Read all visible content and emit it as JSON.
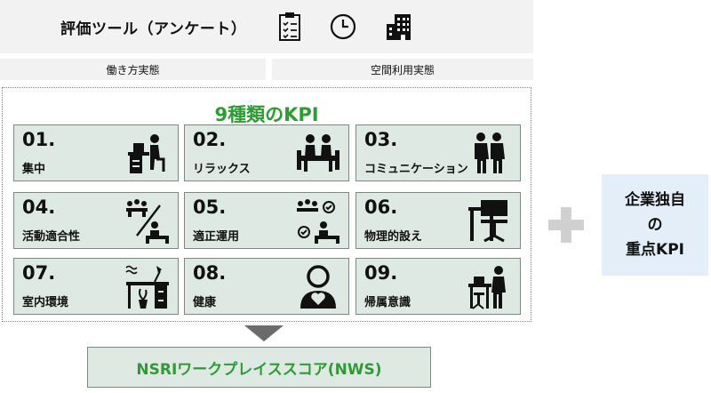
{
  "header": {
    "title": "評価ツール（アンケート）",
    "icons": [
      "clipboard-icon",
      "clock-icon",
      "building-icon"
    ]
  },
  "subheaders": [
    "働き方実態",
    "空間利用実態"
  ],
  "kpi_title": "9種類のKPI",
  "tiles": [
    {
      "num": "01.",
      "label": "集中",
      "icon": "person-at-desk-icon"
    },
    {
      "num": "02.",
      "label": "リラックス",
      "icon": "people-on-sofa-icon"
    },
    {
      "num": "03.",
      "label": "コミュニケーション",
      "icon": "two-people-icon"
    },
    {
      "num": "04.",
      "label": "活動適合性",
      "icon": "meeting-vs-desk-icon"
    },
    {
      "num": "05.",
      "label": "適正運用",
      "icon": "meeting-check-icon"
    },
    {
      "num": "06.",
      "label": "物理的設え",
      "icon": "desk-chair-icon"
    },
    {
      "num": "07.",
      "label": "室内環境",
      "icon": "office-environment-icon"
    },
    {
      "num": "08.",
      "label": "健康",
      "icon": "person-heart-icon"
    },
    {
      "num": "09.",
      "label": "帰属意識",
      "icon": "person-standing-desk-icon"
    }
  ],
  "side_box": {
    "line1": "企業独自",
    "line2": "の",
    "line3": "重点KPI"
  },
  "bottom_label": "NSRIワークプレイススコア(NWS)",
  "colors": {
    "green": "#2e9b35",
    "tile_bg": "#dfe9e3",
    "side_bg": "#e4eef8",
    "header_bg": "#f2f2f2"
  }
}
